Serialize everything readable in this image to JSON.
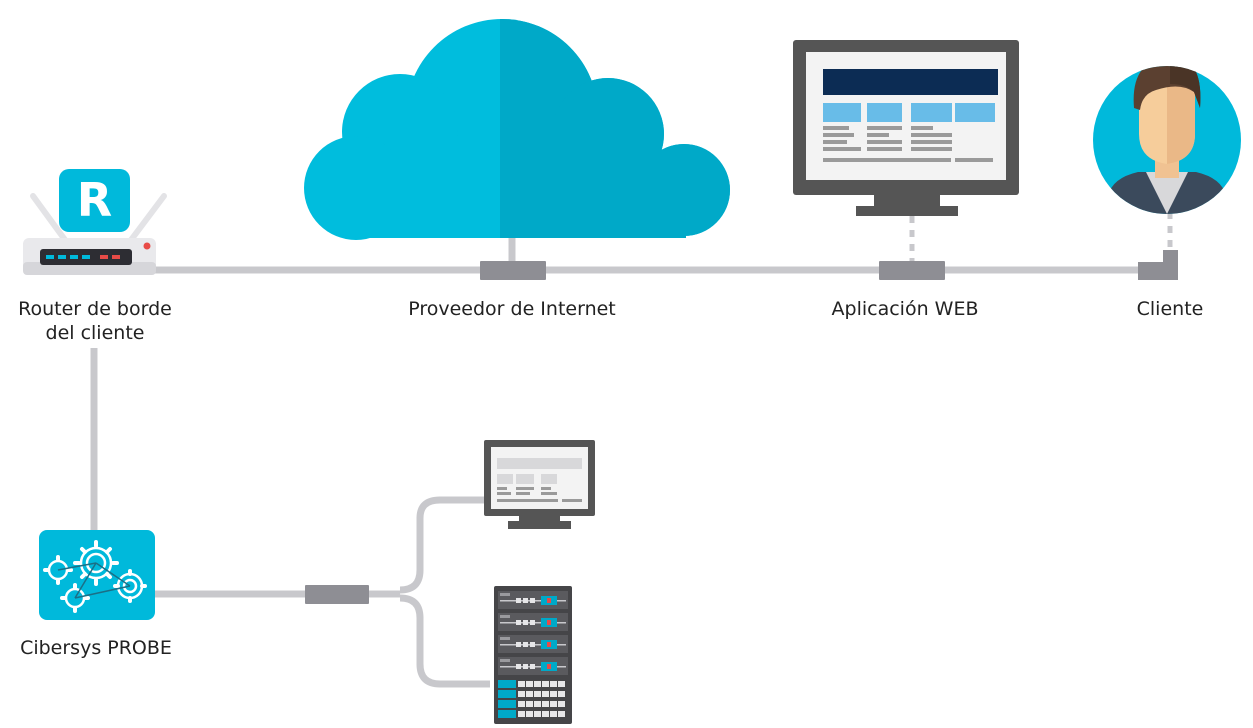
{
  "nodes": {
    "router": {
      "label_line1": "Router de borde",
      "label_line2": "del cliente",
      "logo_letter": "R"
    },
    "isp": {
      "label": "Proveedor de Internet"
    },
    "webapp": {
      "label": "Aplicación  WEB"
    },
    "client": {
      "label": "Cliente"
    },
    "probe": {
      "label": "Cibersys PROBE"
    }
  },
  "icons": {
    "router": "router-icon",
    "cloud": "cloud-icon",
    "monitor": "monitor-icon",
    "person": "person-avatar-icon",
    "probe": "gears-icon",
    "workstation": "workstation-monitor-icon",
    "server": "server-rack-icon",
    "connector": "network-connector-icon"
  },
  "colors": {
    "accent": "#00B9DB",
    "cloud_left": "#00BDDD",
    "cloud_right": "#00A9C8",
    "monitor_frame": "#555555",
    "web_header": "#0C2C54",
    "web_blocks": "#68BCE8",
    "line": "#C8C8CC",
    "connector": "#8E8E94",
    "router_led_red": "#E84B47"
  }
}
